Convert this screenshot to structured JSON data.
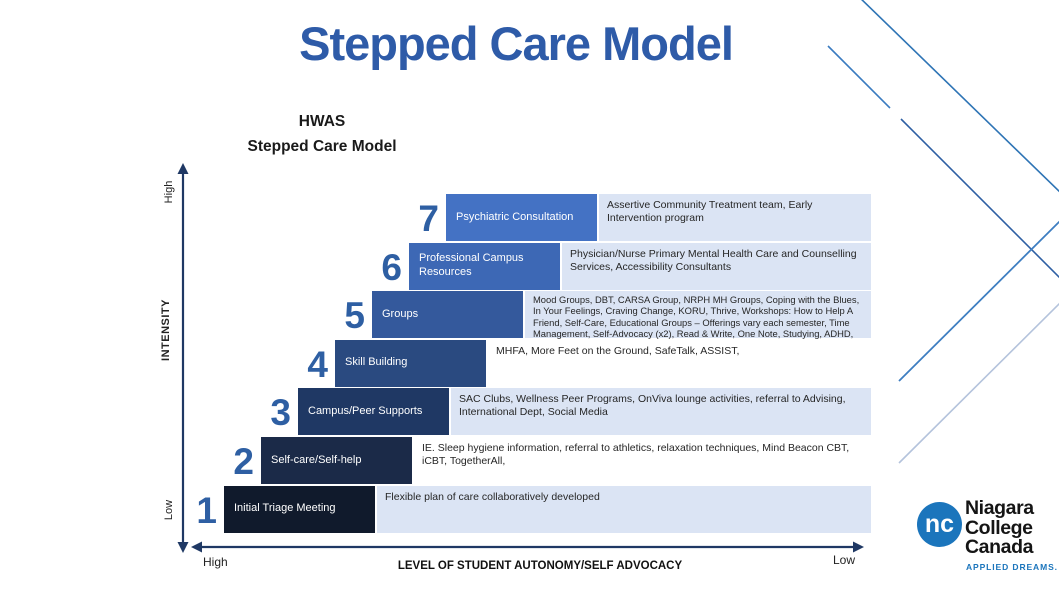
{
  "slide": {
    "title": "Stepped Care Model",
    "subtitle_line1": "HWAS",
    "subtitle_line2": "Stepped Care Model"
  },
  "axes": {
    "y_label": "INTENSITY",
    "y_high": "High",
    "y_low": "Low",
    "x_label": "LEVEL OF STUDENT AUTONOMY/SELF ADVOCACY",
    "x_high": "High",
    "x_low": "Low"
  },
  "steps": [
    {
      "number": "7",
      "label": "Psychiatric Consultation",
      "description": "Assertive Community Treatment team, Early Intervention program",
      "has_desc_box": true
    },
    {
      "number": "6",
      "label": "Professional Campus Resources",
      "description": "Physician/Nurse Primary Mental Health Care and Counselling Services, Accessibility Consultants",
      "has_desc_box": true
    },
    {
      "number": "5",
      "label": "Groups",
      "description": "Mood Groups, DBT, CARSA Group, NRPH MH Groups, Coping with the Blues, In Your Feelings, Craving Change, KORU, Thrive, Workshops: How to Help A Friend, Self-Care, Educational Groups – Offerings vary each semester, Time Management, Self-Advocacy (x2), Read & Write, One Note, Studying, ADHD,",
      "has_desc_box": true
    },
    {
      "number": "4",
      "label": "Skill Building",
      "description": "MHFA, More Feet on the Ground, SafeTalk, ASSIST,",
      "has_desc_box": false
    },
    {
      "number": "3",
      "label": "Campus/Peer Supports",
      "description": "SAC Clubs, Wellness Peer Programs, OnViva lounge activities, referral to Advising, International Dept, Social Media",
      "has_desc_box": true
    },
    {
      "number": "2",
      "label": "Self-care/Self-help",
      "description": "IE. Sleep hygiene information, referral to athletics, relaxation techniques, Mind Beacon CBT, iCBT, TogetherAll,",
      "has_desc_box": false
    },
    {
      "number": "1",
      "label": "Initial Triage Meeting",
      "description": "Flexible plan of care collaboratively developed",
      "has_desc_box": true
    }
  ],
  "colors": {
    "title_blue": "#2e5ba8",
    "number_blue": "#2e5fa3",
    "axis_navy": "#1f3864",
    "desc_light_blue": "#dbe4f4",
    "step_colors_1_to_7": [
      "#101a2c",
      "#1b2a48",
      "#1f3864",
      "#2a4a80",
      "#34599c",
      "#3d68b5",
      "#4472c4"
    ],
    "logo_blue": "#1b75bc"
  },
  "logo": {
    "monogram": "nc",
    "name_lines": [
      "Niagara",
      "College",
      "Canada"
    ],
    "tagline": "APPLIED DREAMS."
  }
}
